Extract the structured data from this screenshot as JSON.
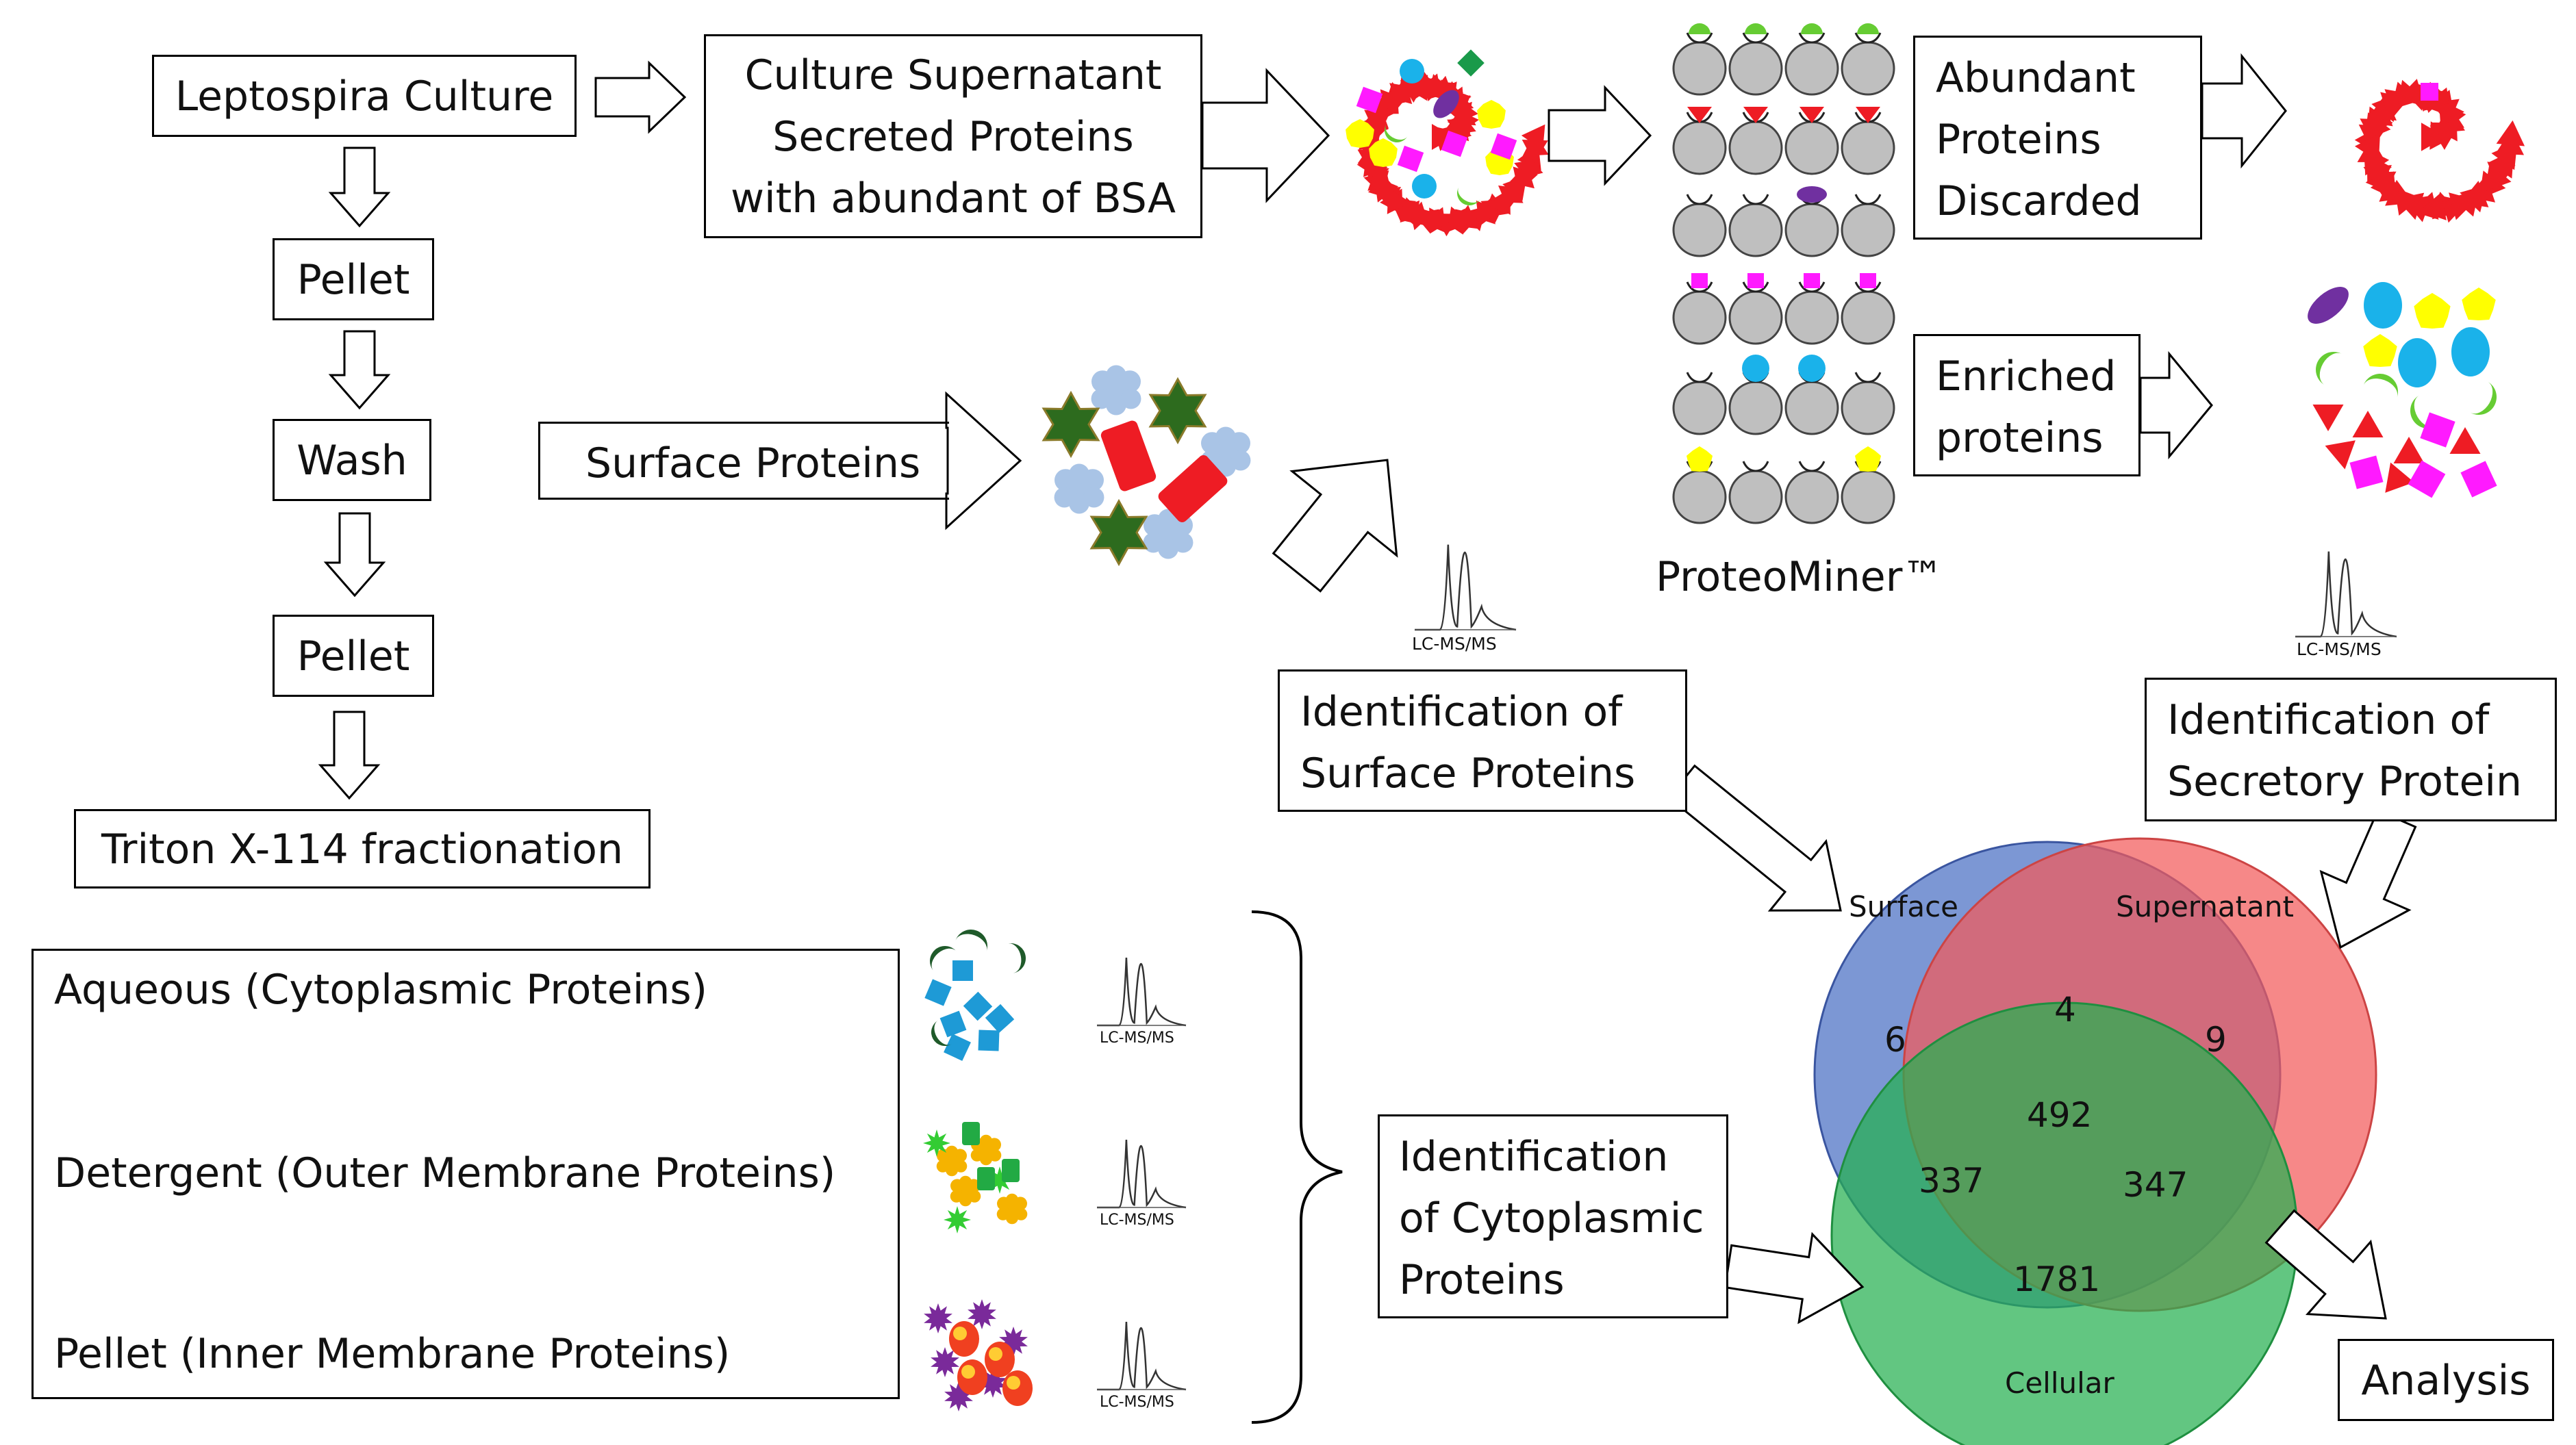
{
  "flow": {
    "culture": "Leptospira Culture",
    "pellet_1": "Pellet",
    "wash": "Wash",
    "pellet_2": "Pellet",
    "triton": "Triton X-114 fractionation",
    "supernatant_box": "Culture Supernatant\nSecreted Proteins\nwith abundant of BSA",
    "abundant_discarded": "Abundant\nProteins\nDiscarded",
    "enriched": "Enriched\nproteins",
    "surface_proteins": "Surface Proteins",
    "proteominer": "ProteoMiner™",
    "id_surface": "Identification of\nSurface Proteins",
    "id_secretory": "Identification of\nSecretory Protein",
    "id_cytoplasmic": "Identification\nof Cytoplasmic\nProteins",
    "analysis": "Analysis"
  },
  "fractions": [
    "Aqueous (Cytoplasmic Proteins)",
    "Detergent (Outer Membrane Proteins)",
    "Pellet (Inner Membrane Proteins)"
  ],
  "lcms_label": "LC-MS/MS",
  "venn": {
    "labels": {
      "surface": "Surface",
      "supernatant": "Supernatant",
      "cellular": "Cellular"
    },
    "counts": {
      "surface_only": "6",
      "surface_supernatant": "4",
      "supernatant_only": "9",
      "all_three": "492",
      "surface_cellular": "337",
      "supernatant_cellular": "347",
      "cellular_only": "1781"
    },
    "colors": {
      "surface": "#4a6fc4",
      "supernatant": "#f26a6a",
      "cellular": "#2fb35a"
    }
  },
  "colors": {
    "red": "#ee1c24",
    "green_dark": "#2d6b1e",
    "blue_light": "#a9c4e6",
    "cyan": "#1ab2ea",
    "magenta": "#ff1aff",
    "yellow": "#ffff00",
    "purple": "#7030a0",
    "lime": "#66cc33",
    "bead": "#bfbfbf"
  }
}
